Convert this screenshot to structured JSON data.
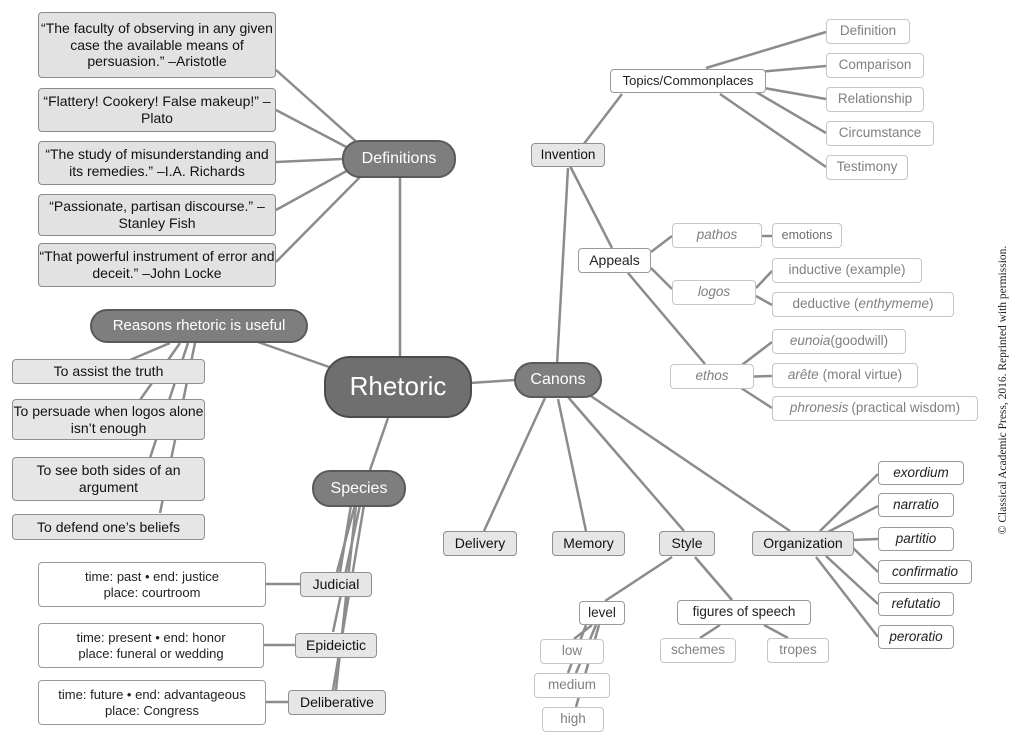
{
  "center": "Rhetoric",
  "branches": {
    "definitions": "Definitions",
    "reasons": "Reasons rhetoric is useful",
    "species": "Species",
    "canons": "Canons"
  },
  "quotes": [
    "“The faculty of observing in any given case the available means of persuasion.” –Aristotle",
    "“Flattery! Cookery! False makeup!” –Plato",
    "“The study of misunderstanding and its remedies.” –I.A. Richards",
    "“Passionate, partisan discourse.” –Stanley Fish",
    "“That powerful instrument of error and deceit.” –John Locke"
  ],
  "reasons": [
    "To assist the truth",
    "To persuade when logos alone isn’t enough",
    "To see both sides of an argument",
    "To defend one’s beliefs"
  ],
  "species": {
    "judicial": "Judicial",
    "judicial_note": "time: past • end: justice\nplace: courtroom",
    "epideictic": "Epideictic",
    "epideictic_note": "time: present • end: honor\nplace: funeral or wedding",
    "deliberative": "Deliberative",
    "deliberative_note": "time: future • end: advantageous\nplace: Congress"
  },
  "invention": {
    "label": "Invention",
    "topics": "Topics/Commonplaces",
    "topic_items": [
      "Definition",
      "Comparison",
      "Relationship",
      "Circumstance",
      "Testimony"
    ],
    "appeals": "Appeals",
    "pathos": "pathos",
    "emotions": "emotions",
    "logos": "logos",
    "inductive": "inductive (example)",
    "deductive_pre": "deductive (",
    "deductive_term": "enthymeme",
    "deductive_post": ")",
    "ethos": "ethos",
    "eunoia": "eunoia",
    "eunoia_gloss": "(goodwill)",
    "arete": "arête",
    "arete_gloss": "(moral virtue)",
    "phronesis": "phronesis",
    "phronesis_gloss": "(practical wisdom)"
  },
  "canons": {
    "delivery": "Delivery",
    "memory": "Memory",
    "style": "Style",
    "organization": "Organization"
  },
  "style": {
    "level": "level",
    "levels": [
      "low",
      "medium",
      "high"
    ],
    "figures": "figures of speech",
    "schemes": "schemes",
    "tropes": "tropes"
  },
  "organization_parts": [
    "exordium",
    "narratio",
    "partitio",
    "confirmatio",
    "refutatio",
    "peroratio"
  ],
  "credit": "© Classical Academic Press, 2016. Reprinted with permission."
}
